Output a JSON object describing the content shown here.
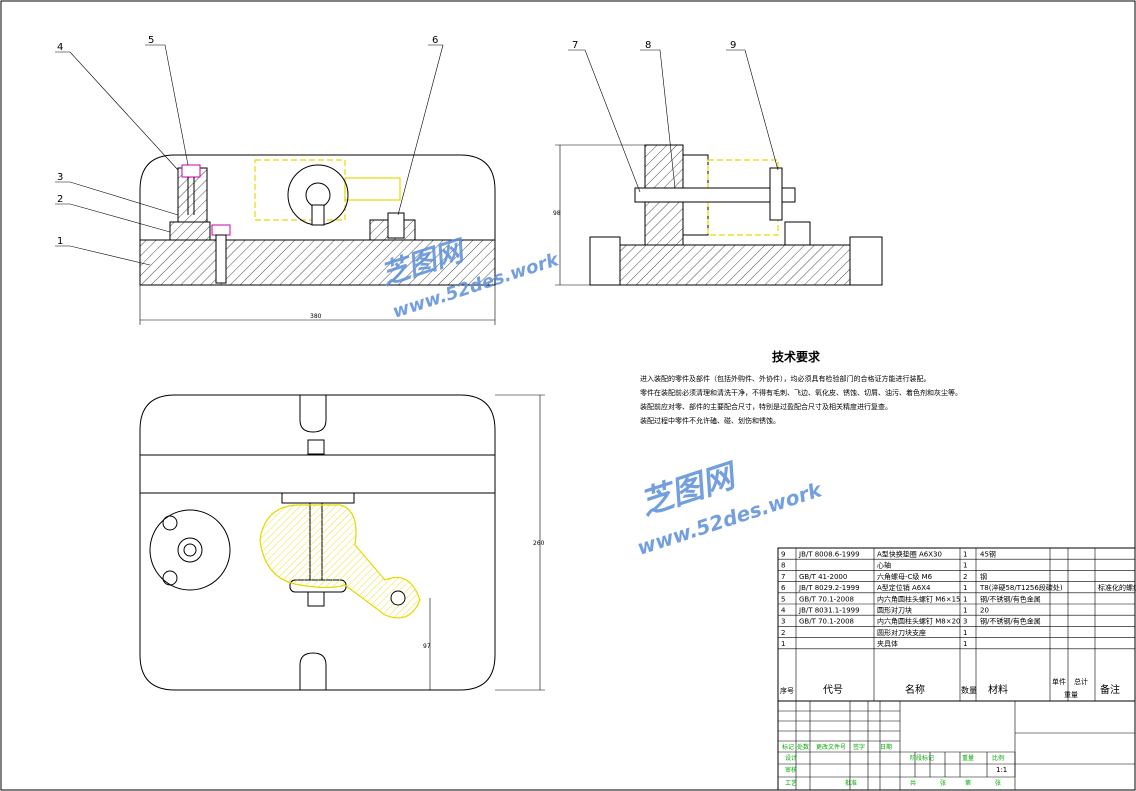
{
  "balloons": [
    "1",
    "2",
    "3",
    "4",
    "5",
    "6",
    "7",
    "8",
    "9"
  ],
  "dimensions": {
    "top_width": "380",
    "side_height": "98",
    "plan_height": "260",
    "plan_partial": "97"
  },
  "tech_req": {
    "title": "技术要求",
    "lines": [
      "进入装配的零件及部件（包括外购件、外协件），均必须具有检验部门的合格证方能进行装配。",
      "零件在装配前必须清理和清洗干净，不得有毛刺、飞边、氧化皮、锈蚀、切屑、油污、着色剂和灰尘等。",
      "装配前应对零、部件的主要配合尺寸，特别是过盈配合尺寸及相关精度进行复查。",
      "装配过程中零件不允许磕、碰、划伤和锈蚀。"
    ]
  },
  "bom": {
    "rows": [
      {
        "no": "9",
        "code": "JB/T 8008.6-1999",
        "name": "A型快换垫圈 A6X30",
        "qty": "1",
        "mat": "45钢",
        "note": ""
      },
      {
        "no": "8",
        "code": "",
        "name": "心轴",
        "qty": "1",
        "mat": "",
        "note": ""
      },
      {
        "no": "7",
        "code": "GB/T 41-2000",
        "name": "六角螺母-C级 M6",
        "qty": "2",
        "mat": "钢",
        "note": ""
      },
      {
        "no": "6",
        "code": "JB/T 8029.2-1999",
        "name": "A型定位销 A6X4",
        "qty": "1",
        "mat": "T8(淬硬58/T1256段碳处)",
        "note": "标准化的螺纹"
      },
      {
        "no": "5",
        "code": "GB/T 70.1-2008",
        "name": "内六角圆柱头螺钉 M6×15",
        "qty": "1",
        "mat": "钢/不锈钢/有色金属",
        "note": ""
      },
      {
        "no": "4",
        "code": "JB/T 8031.1-1999",
        "name": "圆形对刀块",
        "qty": "1",
        "mat": "20",
        "note": ""
      },
      {
        "no": "3",
        "code": "GB/T 70.1-2008",
        "name": "内六角圆柱头螺钉 M8×20",
        "qty": "3",
        "mat": "钢/不锈钢/有色金属",
        "note": ""
      },
      {
        "no": "2",
        "code": "",
        "name": "圆形对刀块支座",
        "qty": "1",
        "mat": "",
        "note": ""
      },
      {
        "no": "1",
        "code": "",
        "name": "夹具体",
        "qty": "1",
        "mat": "",
        "note": ""
      }
    ],
    "header": {
      "no": "序号",
      "code": "代号",
      "name": "名称",
      "qty": "数量",
      "mat": "材料",
      "single": "单件",
      "total": "总计",
      "weight": "重量",
      "note": "备注"
    }
  },
  "title_block": {
    "sign_labels": [
      "标记",
      "处数",
      "更改文件号",
      "签字",
      "日期"
    ],
    "design": "设计",
    "check": "审核",
    "process": "工艺",
    "approve": "批准",
    "stage": "阶段标记",
    "weight": "重量",
    "scale": "比例",
    "scale_value": "1:1",
    "sheet_total": "共",
    "sheet_no": "第",
    "sheet": "张"
  },
  "watermark": {
    "brand": "芝图网",
    "url": "www.52des.work"
  }
}
